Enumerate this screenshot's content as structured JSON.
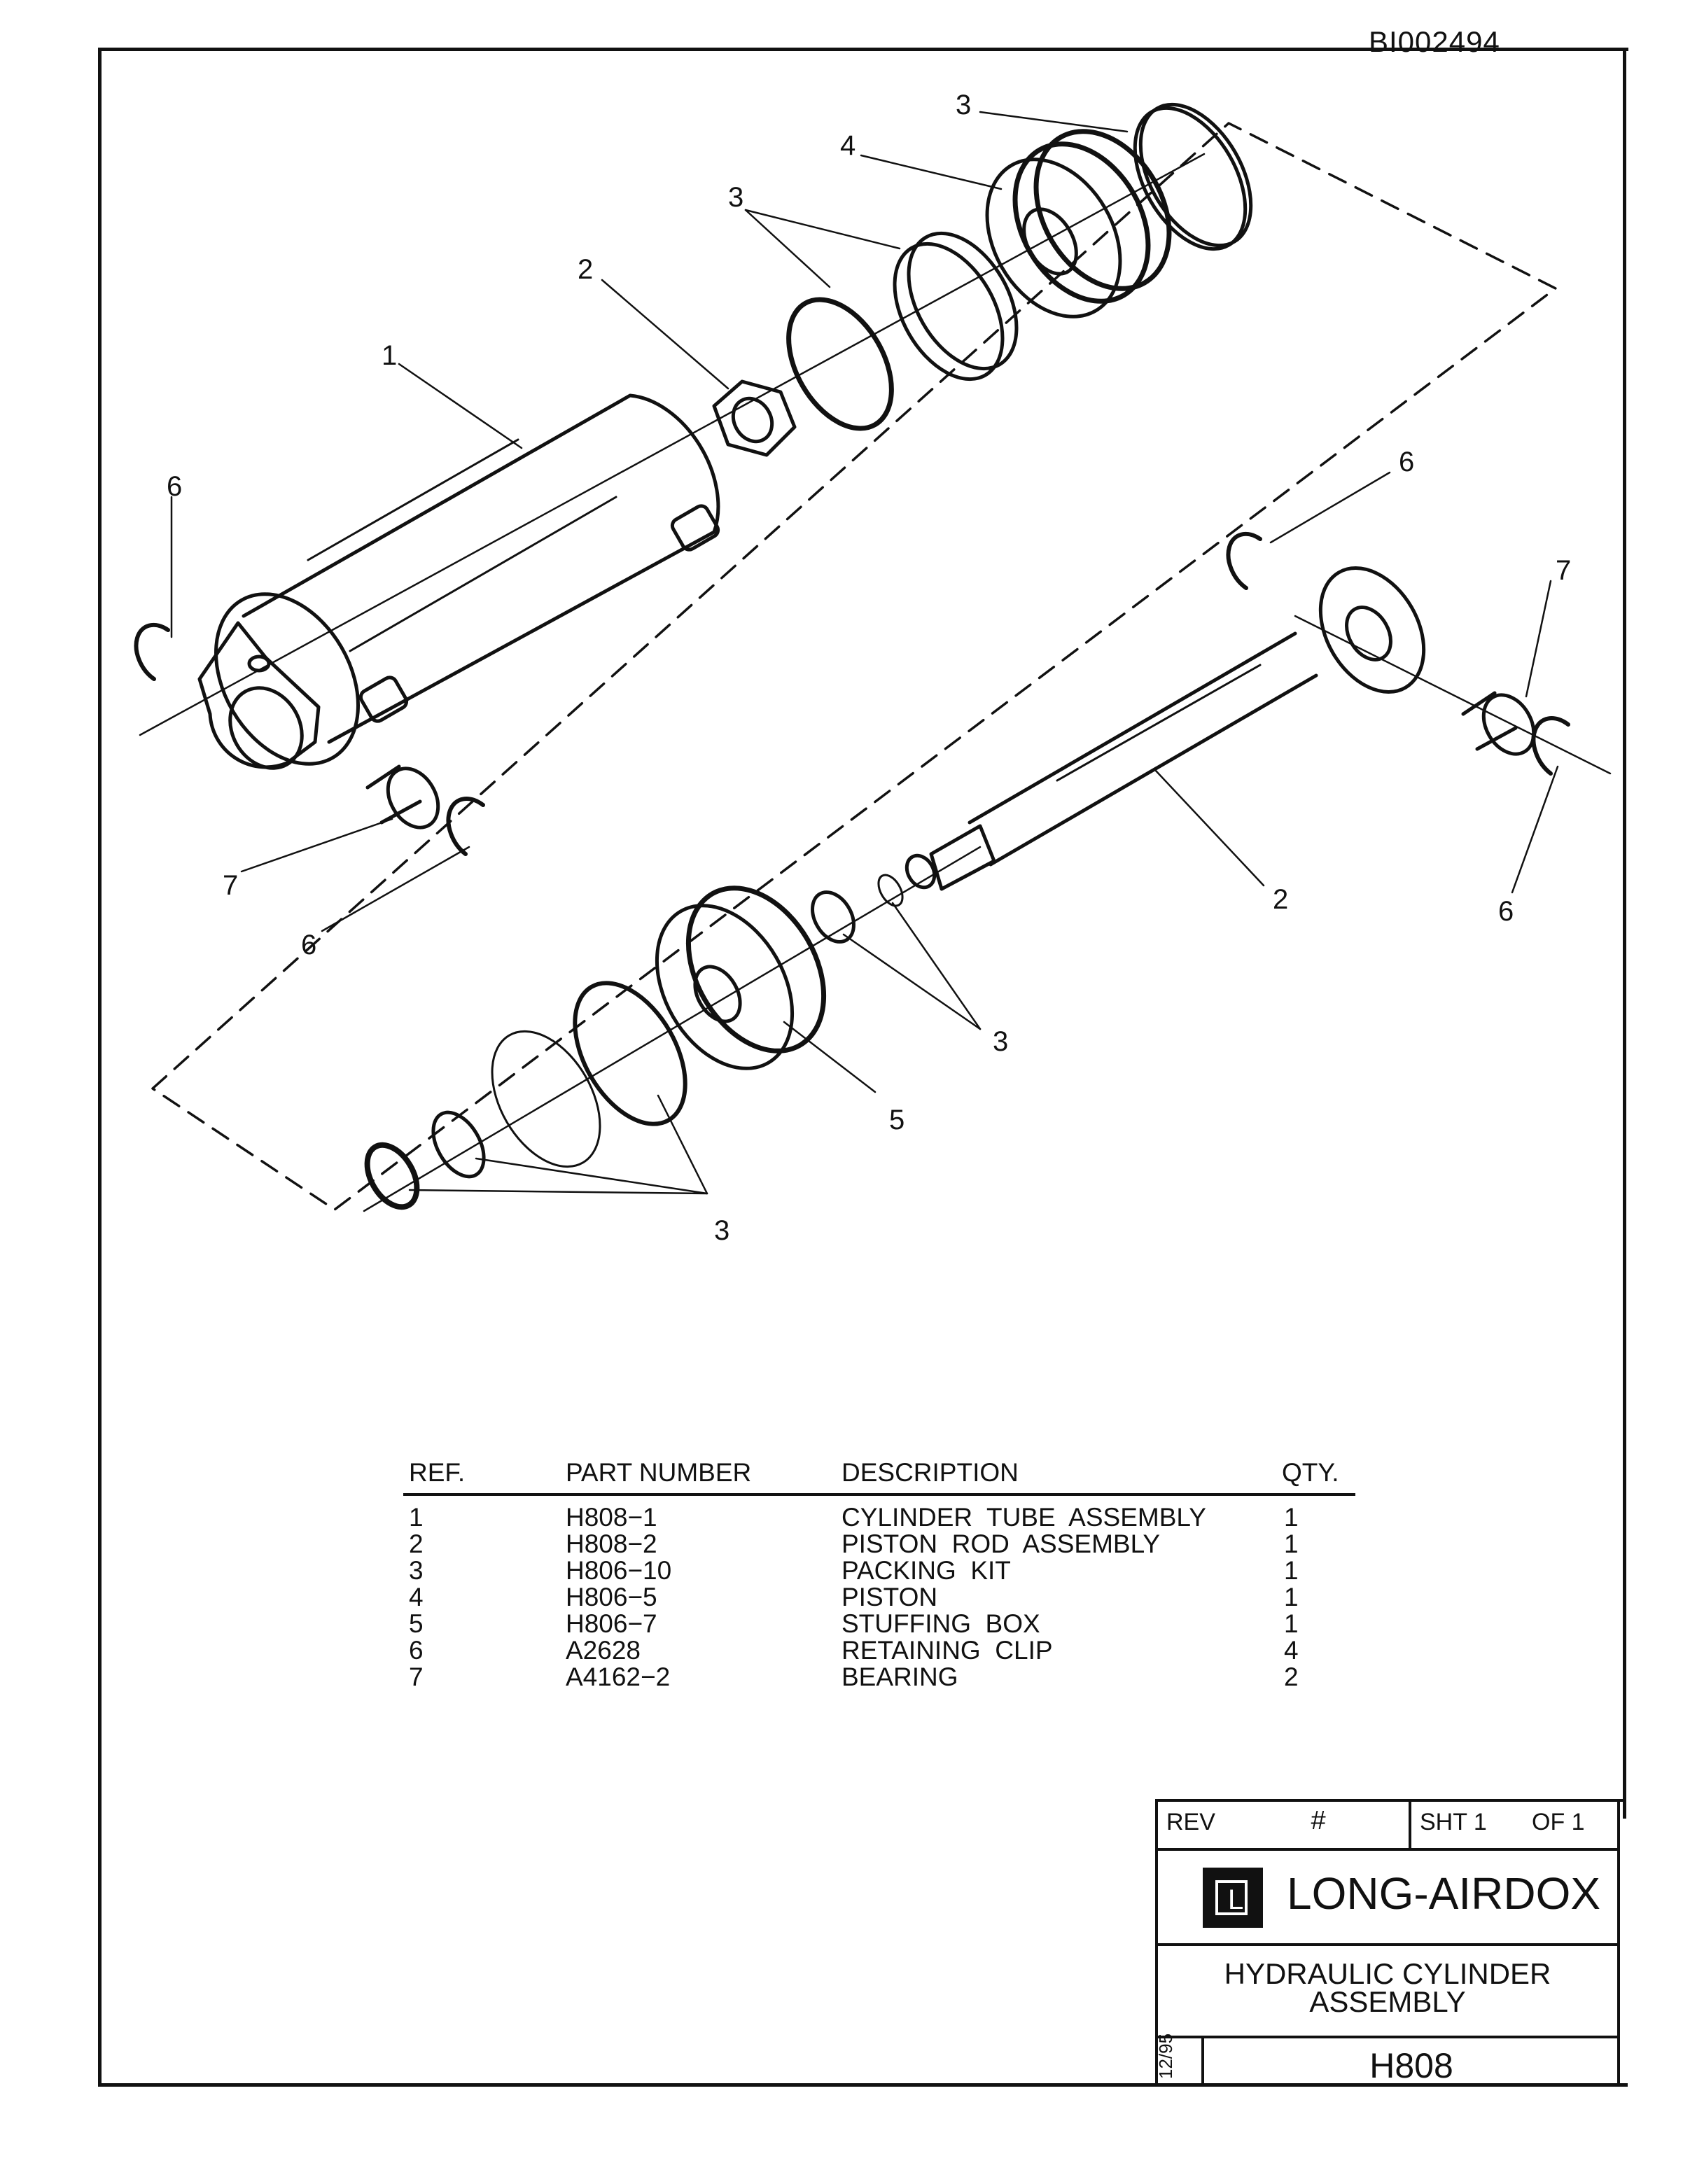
{
  "document": {
    "doc_id": "BI002494"
  },
  "drawing": {
    "callouts": [
      "3",
      "4",
      "3",
      "2",
      "1",
      "6",
      "6",
      "7",
      "7",
      "6",
      "6",
      "2",
      "3",
      "5",
      "3"
    ]
  },
  "parts_list": {
    "columns": [
      "REF.",
      "PART NUMBER",
      "DESCRIPTION",
      "QTY."
    ],
    "rows": [
      {
        "ref": "1",
        "part_number": "H808−1",
        "description": "CYLINDER  TUBE  ASSEMBLY",
        "qty": "1"
      },
      {
        "ref": "2",
        "part_number": "H808−2",
        "description": "PISTON  ROD  ASSEMBLY",
        "qty": "1"
      },
      {
        "ref": "3",
        "part_number": "H806−10",
        "description": "PACKING  KIT",
        "qty": "1"
      },
      {
        "ref": "4",
        "part_number": "H806−5",
        "description": "PISTON",
        "qty": "1"
      },
      {
        "ref": "5",
        "part_number": "H806−7",
        "description": "STUFFING  BOX",
        "qty": "1"
      },
      {
        "ref": "6",
        "part_number": "A2628",
        "description": "RETAINING  CLIP",
        "qty": "4"
      },
      {
        "ref": "7",
        "part_number": "A4162−2",
        "description": "BEARING",
        "qty": "2"
      }
    ]
  },
  "title_block": {
    "rev_label": "REV",
    "rev_value": "#",
    "sheet": "SHT  1",
    "of": "OF  1",
    "company": "LONG-AIRDOX",
    "logo_letter": "L",
    "title_line1": "HYDRAULIC  CYLINDER",
    "title_line2": "ASSEMBLY",
    "date": "12/95",
    "drawing_number": "H808"
  }
}
